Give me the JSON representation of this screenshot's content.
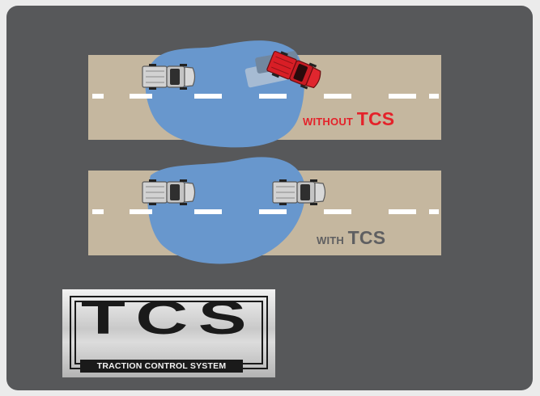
{
  "scene": {
    "road_top": {
      "label_prefix": "WITHOUT",
      "label_suffix": "TCS",
      "label_color": "#e4222a"
    },
    "road_bottom": {
      "label_prefix": "WITH",
      "label_suffix": "TCS",
      "label_color": "#5f5f61"
    },
    "colors": {
      "background": "#57585a",
      "road": "#c5b79f",
      "water": "#6897cd",
      "lane_marking": "#ffffff",
      "skidding_car": "#d81e26",
      "normal_car": "#c8c8c8"
    }
  },
  "badge": {
    "logo_text": "TCS",
    "caption": "TRACTION CONTROL SYSTEM"
  }
}
